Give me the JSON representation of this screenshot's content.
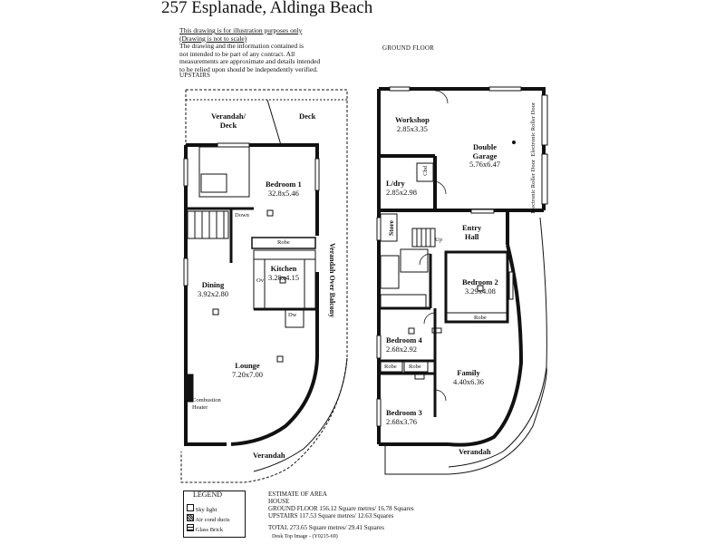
{
  "title": "257 Esplanade, Aldinga Beach",
  "disclaimer": {
    "line1": "This drawing is for illustration purposes only",
    "line2": "(Drawing is not to scale)",
    "line3": "The drawing and the information contained is",
    "line4": "not intended to be part of any contract.  All",
    "line5": "measurements are approximate and details intended",
    "line6": "to be relied upon should be independently verified."
  },
  "sections": {
    "ground": "GROUND FLOOR",
    "upstairs": "UPSTAIRS"
  },
  "upstairs": {
    "verandah_deck": {
      "name": "Verandah/",
      "name2": "Deck"
    },
    "deck": "Deck",
    "bedroom1": {
      "name": "Bedroom 1",
      "dims": "32.8x5.46"
    },
    "down": "Down",
    "robe": "Robe",
    "kitchen": {
      "name": "Kitchen",
      "dims": "3.28x4.15"
    },
    "ov": "Ov",
    "dw": "Dw",
    "dining": {
      "name": "Dining",
      "dims": "3.92x2.80"
    },
    "lounge": {
      "name": "Lounge",
      "dims": "7.20x7.00"
    },
    "combustion": {
      "line1": "Combustion",
      "line2": "Heater"
    },
    "verandah": "Verandah",
    "balcony": "Verandah Over Balcony"
  },
  "ground": {
    "workshop": {
      "name": "Workshop",
      "dims": "2.85x3.35"
    },
    "garage": {
      "name": "Double",
      "name2": "Garage",
      "dims": "5.76x6.47"
    },
    "roller1": {
      "line1": "Electronic",
      "line2": "Roller Door"
    },
    "roller2": {
      "line1": "Electronic",
      "line2": "Roller Door"
    },
    "ldry": {
      "name": "L/dry",
      "dims": "2.85x2.98"
    },
    "cbd": "Cbd",
    "store": "Store",
    "up": "Up",
    "entry": {
      "name": "Entry",
      "name2": "Hall"
    },
    "bedroom2": {
      "name": "Bedroom 2",
      "dims": "3.29x4.08"
    },
    "robe2": "Robe",
    "bedroom4": {
      "name": "Bedroom 4",
      "dims": "2.68x2.92"
    },
    "robe4a": "Robe",
    "robe4b": "Robe",
    "family": {
      "name": "Family",
      "dims": "4.40x6.36"
    },
    "bedroom3": {
      "name": "Bedroom 3",
      "dims": "2.68x3.76"
    },
    "verandah": "Verandah"
  },
  "legend": {
    "title": "LEGEND",
    "items": [
      "Sky light",
      "Air cond ducts",
      "Glass Brick"
    ]
  },
  "area": {
    "heading": "ESTIMATE OF AREA",
    "sub": "HOUSE",
    "ground": "GROUND FLOOR 156.12 Square metres/  16.78 Squares",
    "upstairs": "UPSTAIRS 117.53  Square metres/  12.63 Squares",
    "total": "TOTAL   273.65 Square metres/  29.41 Squares"
  },
  "footer": "Desk Top Image - (Y0215-69)"
}
